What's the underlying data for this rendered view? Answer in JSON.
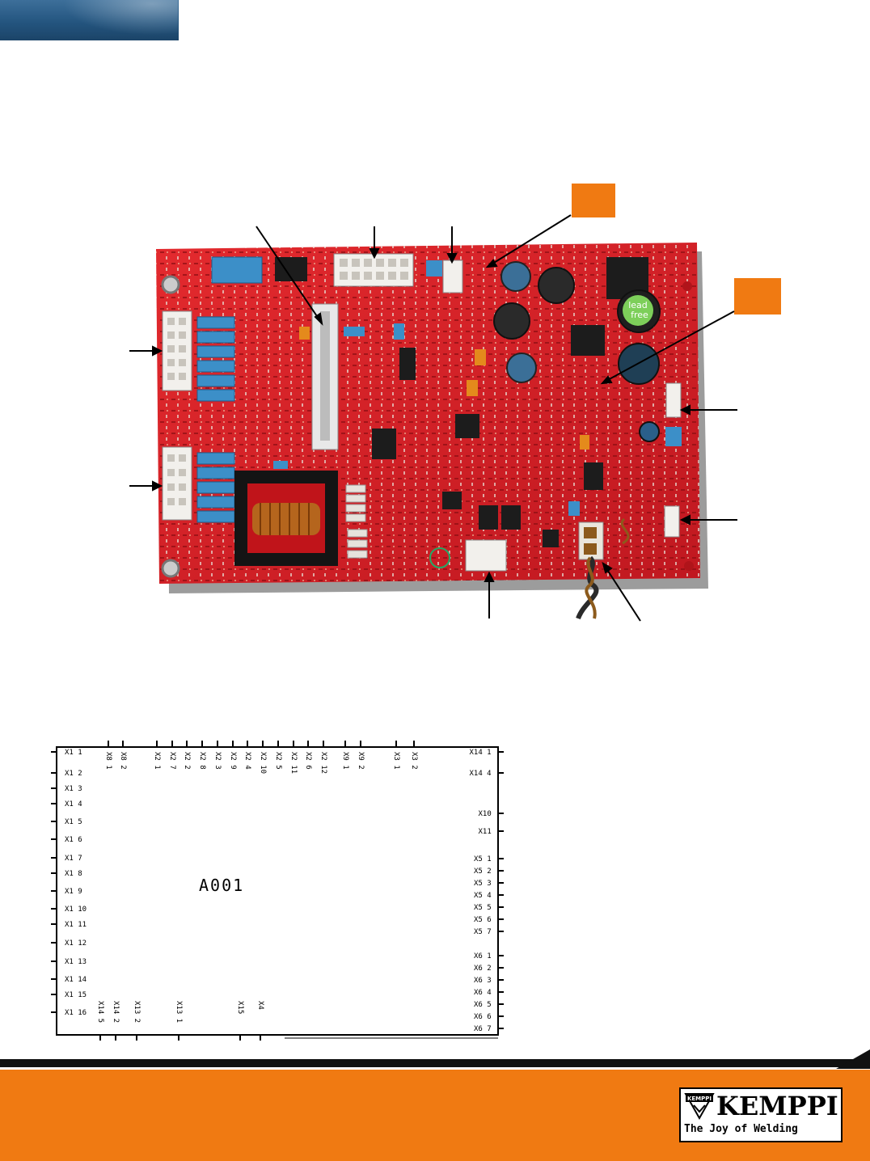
{
  "colors": {
    "accent_orange": "#f07a12",
    "pcb_red": "#d21a24",
    "header_blue": "#24557f"
  },
  "pcb": {
    "lead_free_badge": [
      "lead",
      "free"
    ]
  },
  "schematic": {
    "designator": "A001",
    "top_labels": [
      "X8 1",
      "X8 2",
      "X2 1",
      "X2 7",
      "X2 2",
      "X2 8",
      "X2 3",
      "X2 9",
      "X2 4",
      "X2 10",
      "X2 5",
      "X2 11",
      "X2 6",
      "X2 12",
      "X9 1",
      "X9 2",
      "X3 1",
      "X3 2"
    ],
    "left_labels": [
      "X1 1",
      "X1 2",
      "X1 3",
      "X1 4",
      "X1 5",
      "X1 6",
      "X1 7",
      "X1 8",
      "X1 9",
      "X1 10",
      "X1 11",
      "X1 12",
      "X1 13",
      "X1 14",
      "X1 15",
      "X1 16"
    ],
    "right_labels": [
      "X14 1",
      "X14 4",
      "X10",
      "X11",
      "X5 1",
      "X5 2",
      "X5 3",
      "X5 4",
      "X5 5",
      "X5 6",
      "X5 7",
      "X6 1",
      "X6 2",
      "X6 3",
      "X6 4",
      "X6 5",
      "X6 6",
      "X6 7"
    ],
    "bottom_labels": [
      "X14 5",
      "X14 2",
      "X13 2",
      "X13 1",
      "X15",
      "X4"
    ]
  },
  "footer": {
    "logo_name": "KEMPPI",
    "logo_tagline": "The Joy of Welding",
    "logo_badge": "KEMPPI"
  }
}
